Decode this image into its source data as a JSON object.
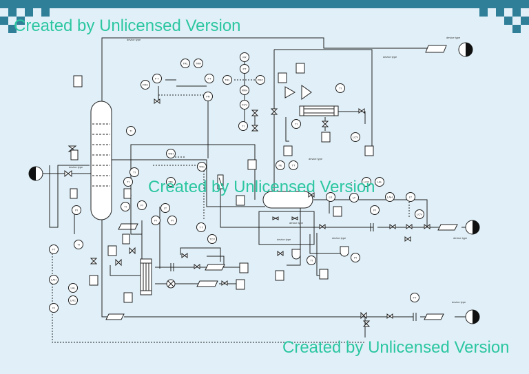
{
  "watermark": {
    "text_1": "Created by Unlicensed Version",
    "text_2": "Created by Unlicensed Version",
    "text_3": "Created by Unlicensed Version"
  },
  "colors": {
    "accent": "#2f7f99",
    "watermark": "#2cc6a2",
    "background": "#e1f0f8",
    "line": "#1f1f1f"
  },
  "labels": {
    "device_type": "device type"
  },
  "instruments": [
    {
      "id": "i1",
      "tag": "TI"
    },
    {
      "id": "i2",
      "tag": "F T"
    },
    {
      "id": "i3",
      "tag": "FRC"
    },
    {
      "id": "i4",
      "tag": "TRL"
    },
    {
      "id": "i5",
      "tag": "TRH"
    },
    {
      "id": "i6",
      "tag": "FT"
    },
    {
      "id": "i7",
      "tag": "FR"
    },
    {
      "id": "i8",
      "tag": "FR"
    },
    {
      "id": "i9",
      "tag": "TRL"
    },
    {
      "id": "i10",
      "tag": "PRC"
    },
    {
      "id": "i11",
      "tag": "PT"
    },
    {
      "id": "i12",
      "tag": "PRH"
    },
    {
      "id": "i13",
      "tag": "FCV"
    },
    {
      "id": "i14",
      "tag": "TI"
    },
    {
      "id": "i15",
      "tag": "TI"
    },
    {
      "id": "i16",
      "tag": "TI"
    },
    {
      "id": "i17",
      "tag": "TRH"
    },
    {
      "id": "i18",
      "tag": "TRL"
    },
    {
      "id": "i19",
      "tag": "TRC"
    },
    {
      "id": "i20",
      "tag": "TI"
    },
    {
      "id": "i21",
      "tag": "TI"
    },
    {
      "id": "i22",
      "tag": "LE"
    },
    {
      "id": "i23",
      "tag": "LT"
    },
    {
      "id": "i24",
      "tag": "LCO"
    },
    {
      "id": "i25",
      "tag": "LAL"
    },
    {
      "id": "i26",
      "tag": "LAH"
    },
    {
      "id": "i27",
      "tag": "LT"
    },
    {
      "id": "i28",
      "tag": "LCV"
    },
    {
      "id": "i29",
      "tag": "PI"
    },
    {
      "id": "i30",
      "tag": "FE"
    },
    {
      "id": "i31",
      "tag": "TT"
    },
    {
      "id": "i32",
      "tag": "PI"
    },
    {
      "id": "i33",
      "tag": "TI"
    },
    {
      "id": "i34",
      "tag": "PI"
    },
    {
      "id": "i35",
      "tag": "TI"
    },
    {
      "id": "i36",
      "tag": "T T"
    },
    {
      "id": "i37",
      "tag": "TCV"
    },
    {
      "id": "i38",
      "tag": "PI"
    },
    {
      "id": "i39",
      "tag": "PI"
    },
    {
      "id": "i40",
      "tag": "LT"
    },
    {
      "id": "i41",
      "tag": "LAH"
    },
    {
      "id": "i42",
      "tag": "LAL"
    },
    {
      "id": "i43",
      "tag": "LRC"
    },
    {
      "id": "i44",
      "tag": "FI"
    },
    {
      "id": "i45",
      "tag": "FT"
    },
    {
      "id": "i46",
      "tag": "LCV"
    },
    {
      "id": "i47",
      "tag": "TI"
    },
    {
      "id": "i48",
      "tag": "PI"
    },
    {
      "id": "i49",
      "tag": "FT"
    }
  ]
}
